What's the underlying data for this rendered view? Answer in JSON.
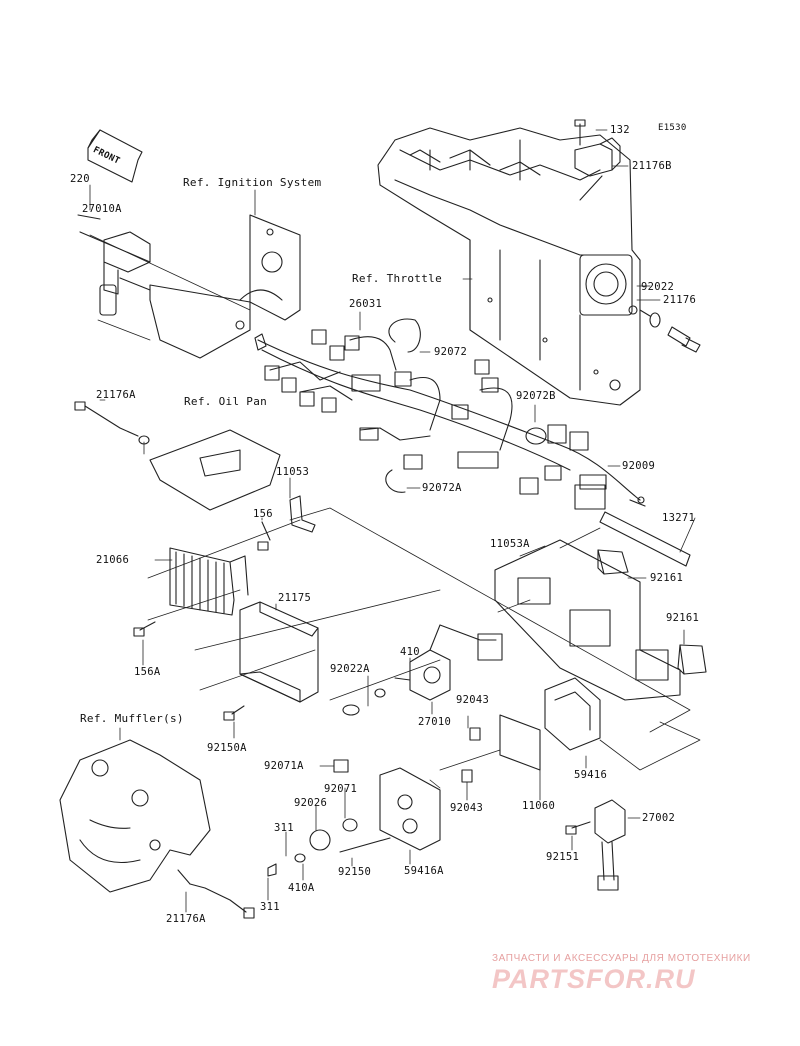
{
  "diagram_code": "E1530",
  "front_label": "FRONT",
  "refs": {
    "ignition": "Ref. Ignition System",
    "throttle": "Ref. Throttle",
    "oil_pan": "Ref. Oil Pan",
    "muffler": "Ref. Muffler(s)"
  },
  "parts": {
    "p132": "132",
    "p21176B": "21176B",
    "p220": "220",
    "p27010A": "27010A",
    "p92022": "92022",
    "p21176": "21176",
    "p26031": "26031",
    "p92072": "92072",
    "p21176A_top": "21176A",
    "p92072B": "92072B",
    "p92009": "92009",
    "p11053": "11053",
    "p92072A": "92072A",
    "p156": "156",
    "p13271": "13271",
    "p11053A": "11053A",
    "p21066": "21066",
    "p92161_a": "92161",
    "p21175": "21175",
    "p92161_b": "92161",
    "p156A": "156A",
    "p410": "410",
    "p92022A": "92022A",
    "p92043_a": "92043",
    "p92150A": "92150A",
    "p27010": "27010",
    "p59416": "59416",
    "p92071A": "92071A",
    "p92071": "92071",
    "p92043_b": "92043",
    "p11060": "11060",
    "p27002": "27002",
    "p92026": "92026",
    "p311_a": "311",
    "p92150": "92150",
    "p59416A": "59416A",
    "p92151": "92151",
    "p410A": "410A",
    "p311_b": "311",
    "p21176A_bottom": "21176A"
  },
  "watermark": {
    "tagline": "ЗАПЧАСТИ И АКСЕССУАРЫ ДЛЯ МОТОТЕХНИКИ",
    "logo": "PARTSFOR.RU"
  }
}
